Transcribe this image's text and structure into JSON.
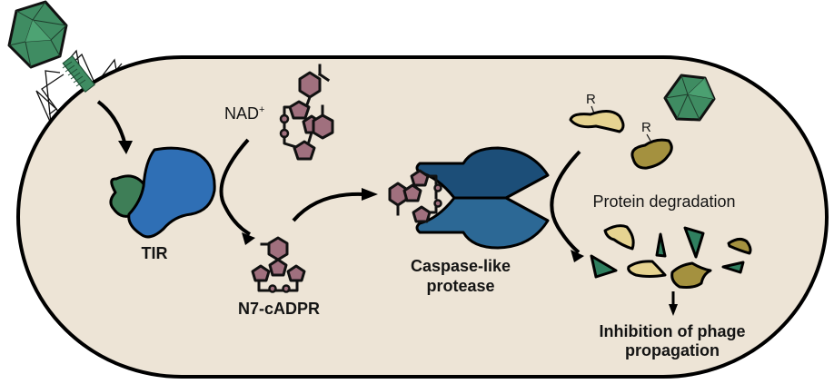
{
  "figure": {
    "type": "mechanism-schematic",
    "description": "TIR-caspase phage defense pathway inside a bacterial cell"
  },
  "labels": {
    "nad": "NAD",
    "nad_superscript": "+",
    "tir": "TIR",
    "n7_cadpr": "N7-cADPR",
    "protease_line1": "Caspase-like",
    "protease_line2": "protease",
    "protein_degradation": "Protein degradation",
    "r_group_1": "R",
    "r_group_2": "R",
    "inhibition_line1": "Inhibition of phage",
    "inhibition_line2": "propagation"
  },
  "colors": {
    "cell_fill": "#ede4d6",
    "cell_outline": "#000000",
    "phage_green": "#3f8c62",
    "phage_green_light": "#4fa575",
    "tir_blue": "#2f6fb5",
    "tir_green": "#3e7e57",
    "protease_dark": "#1c4e78",
    "protease_light": "#2c6895",
    "molecule": "#a0707e",
    "protein_light": "#e6d391",
    "protein_dark": "#a4913f",
    "fragment_green": "#2f7f5f"
  }
}
